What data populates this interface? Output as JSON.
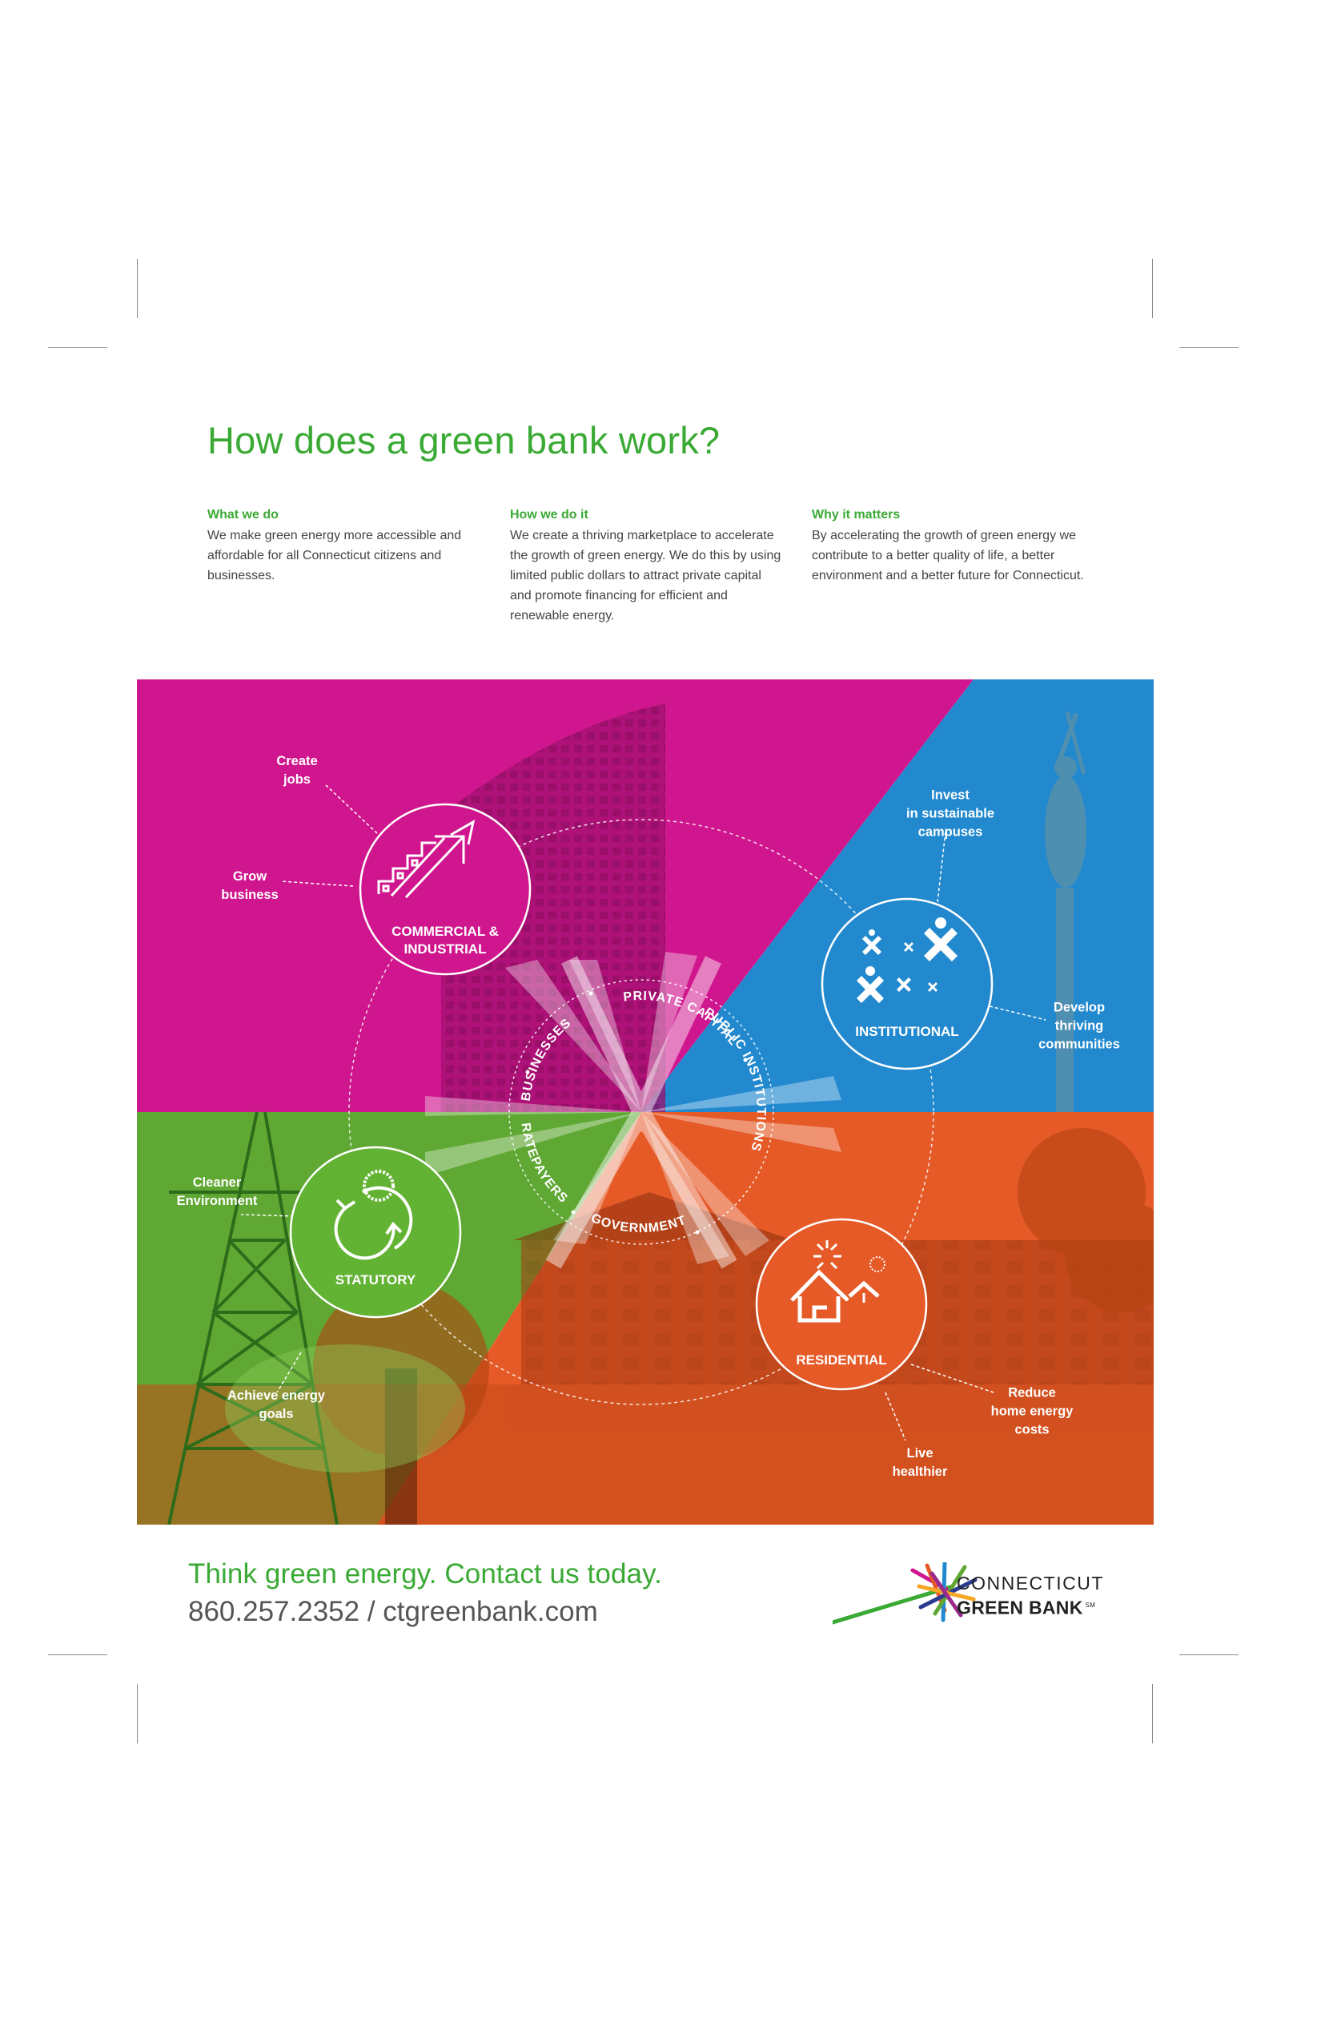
{
  "headline": "How does a green bank work?",
  "columns": [
    {
      "heading": "What we do",
      "body": "We make green energy more accessible and affordable for all Connecticut citizens and businesses."
    },
    {
      "heading": "How we do it",
      "body": "We create a thriving marketplace to accelerate the growth of green energy. We do this by using limited public dollars to attract private capital and promote financing for efficient and renewable energy."
    },
    {
      "heading": "Why it matters",
      "body": "By accelerating the growth of green energy we contribute to a better quality of life, a better environment and a better future for Connecticut."
    }
  ],
  "diagram": {
    "hubs": {
      "commercial": "COMMERCIAL &\nINDUSTRIAL",
      "institutional": "INSTITUTIONAL",
      "statutory": "STATUTORY",
      "residential": "RESIDENTIAL"
    },
    "outcomes": {
      "create_jobs": "Create\njobs",
      "grow_business": "Grow\nbusiness",
      "invest_campuses": "Invest\nin sustainable\ncampuses",
      "develop_communities": "Develop\nthriving\ncommunities",
      "cleaner_environment": "Cleaner\nEnvironment",
      "achieve_goals": "Achieve energy\ngoals",
      "reduce_costs": "Reduce\nhome energy\ncosts",
      "live_healthier": "Live\nhealthier"
    },
    "ring_labels": {
      "private_capital": "PRIVATE CAPITAL",
      "public_institutions": "PUBLIC INSTITUTIONS",
      "government": "GOVERNMENT",
      "ratepayers": "RATEPAYERS",
      "businesses": "BUSINESSES"
    }
  },
  "contact": {
    "tagline": "Think green energy. Contact us today.",
    "details": "860.257.2352 / ctgreenbank.com"
  },
  "logo": {
    "line1": "CONNECTICUT",
    "line2": "GREEN BANK",
    "mark": "SM"
  },
  "colors": {
    "green": "#3aaa35",
    "magenta": "#d0168e",
    "blue": "#2289cf",
    "orange": "#e65a28",
    "lime": "#5fa833"
  },
  "icons": {
    "commercial": "building-growth-icon",
    "institutional": "people-icon",
    "statutory": "recycle-circles-icon",
    "residential": "house-icon"
  }
}
